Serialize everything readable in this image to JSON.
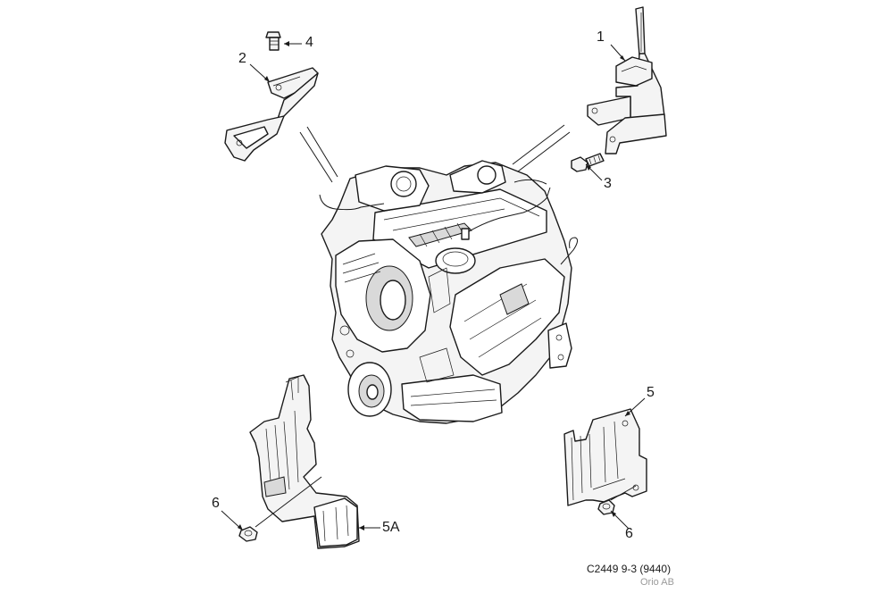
{
  "callouts": {
    "c1": "1",
    "c2": "2",
    "c3": "3",
    "c4": "4",
    "c5": "5",
    "c5a": "5A",
    "c6_left": "6",
    "c6_right": "6"
  },
  "caption": {
    "code": "C2449 9-3 (9440)",
    "copyright": "Orio AB"
  },
  "colors": {
    "line": "#1a1a1a",
    "fill": "#f4f4f4",
    "copyright": "#9a9a9a"
  }
}
